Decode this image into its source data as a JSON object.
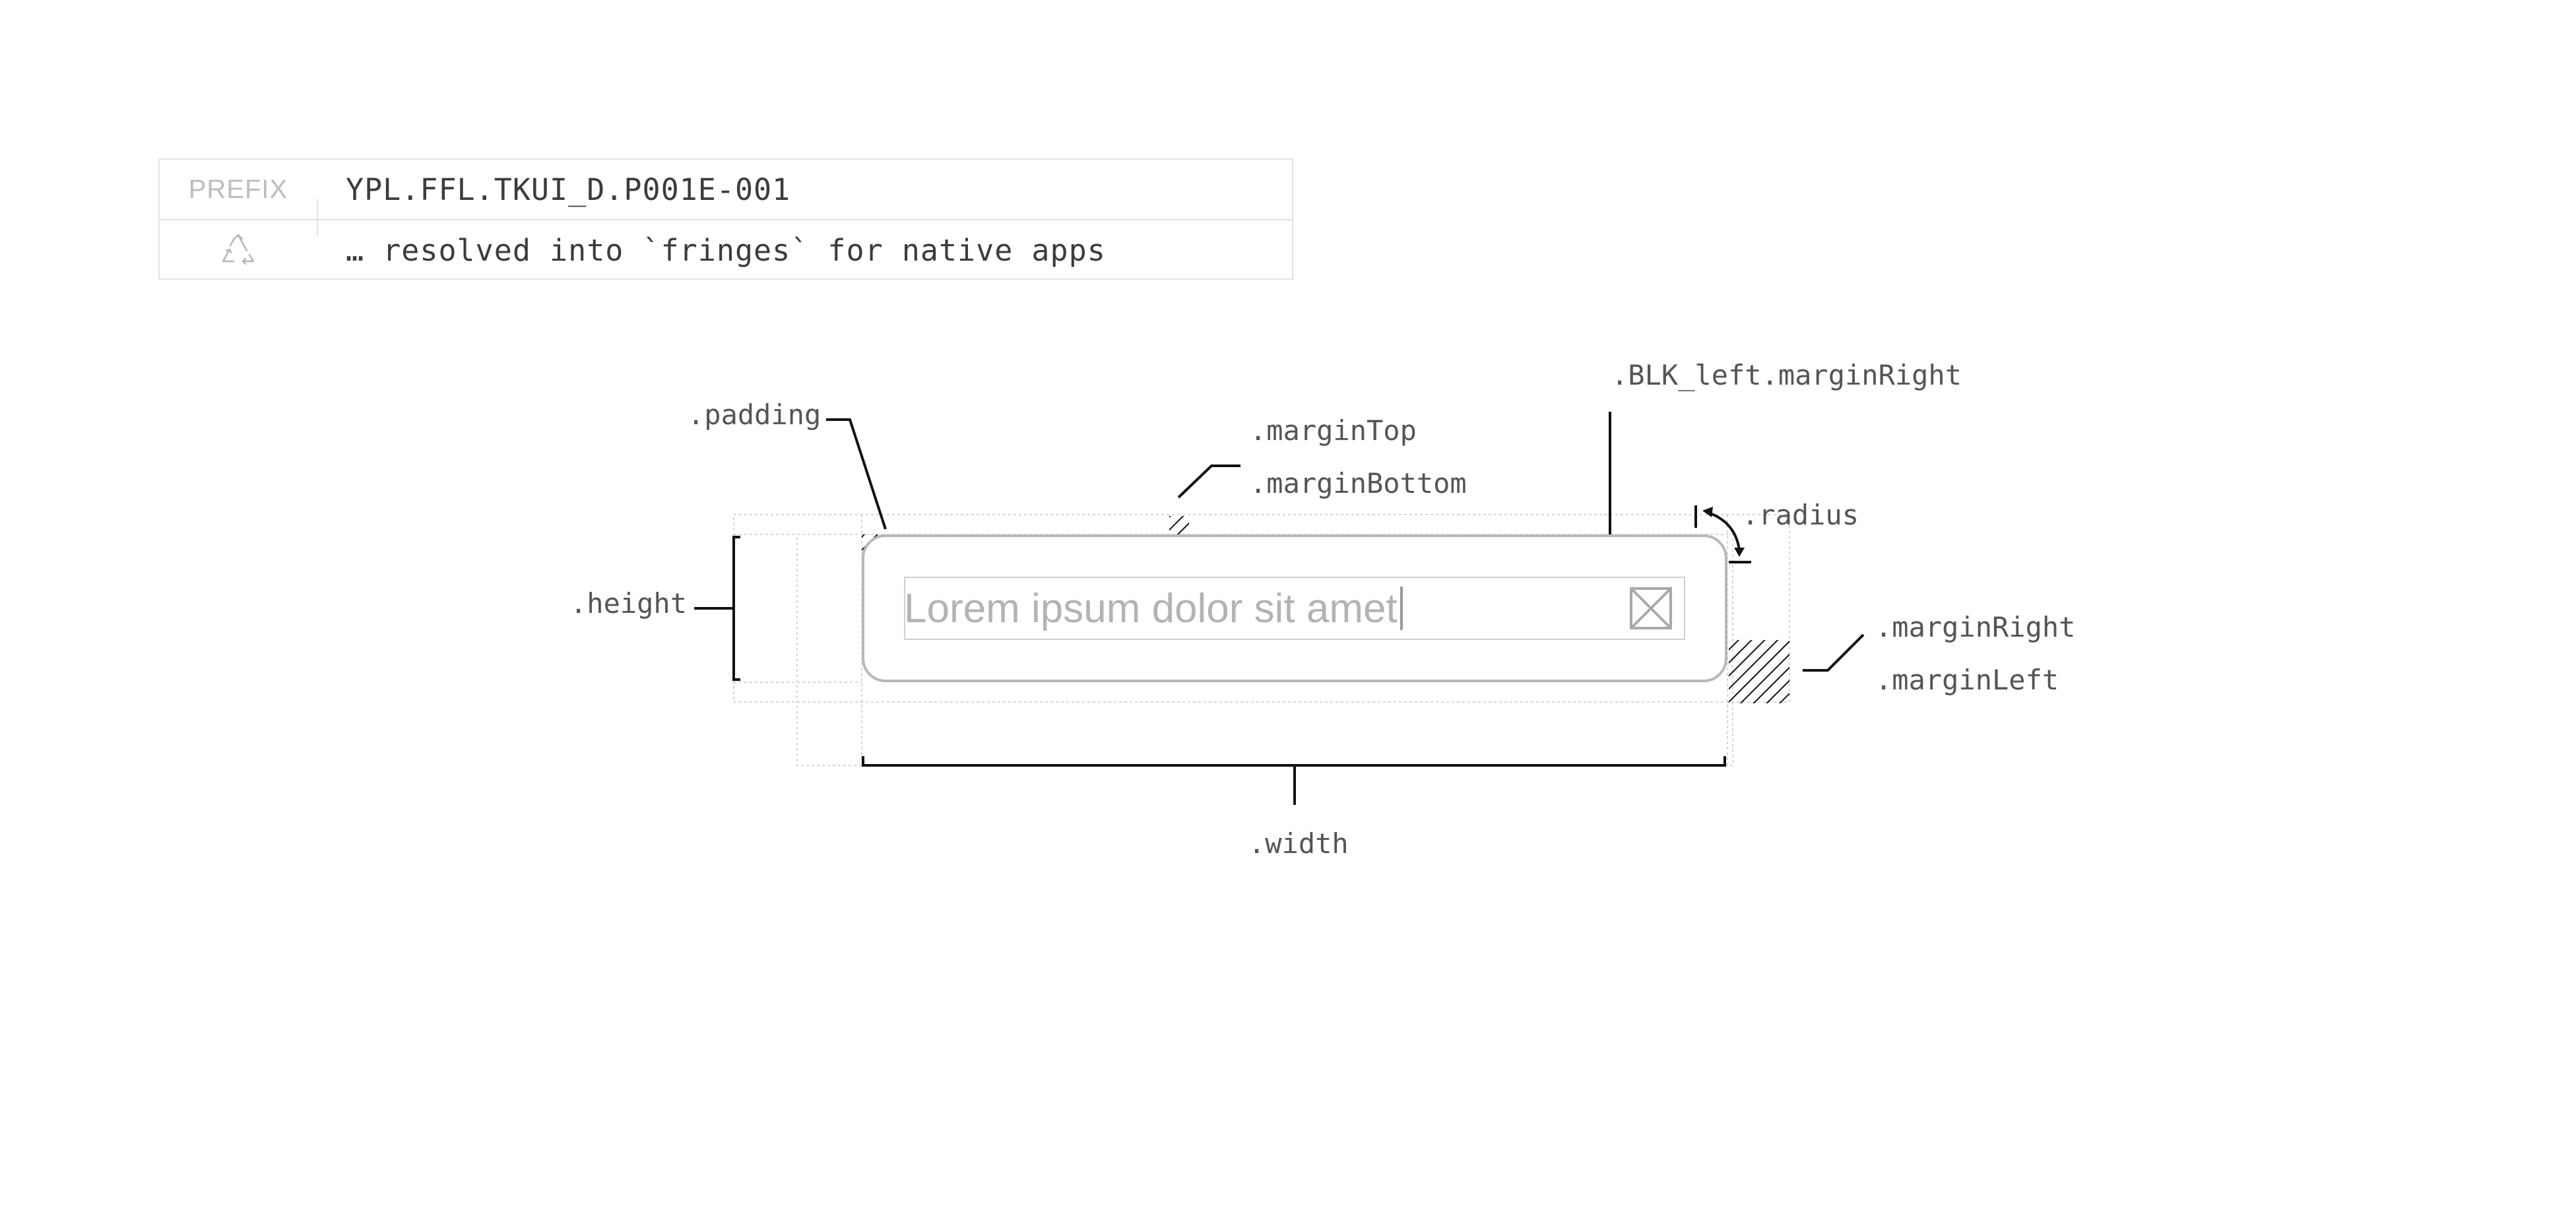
{
  "header_table": {
    "prefix_key": "PREFIX",
    "prefix_value": "YPL.FFL.TKUI_D.P001E-001",
    "note_icon": "recycle-icon",
    "note_value": "… resolved into `fringes` for native apps"
  },
  "input_field": {
    "placeholder": "Lorem ipsum dolor sit amet",
    "clear_icon": "clear-box-icon"
  },
  "annotations": {
    "padding": ".padding",
    "margin_top": ".marginTop",
    "margin_bottom": ".marginBottom",
    "blk_left_margin_right": ".BLK_left.marginRight",
    "radius": ".radius",
    "height": ".height",
    "margin_right": ".marginRight",
    "margin_left": ".marginLeft",
    "width": ".width"
  },
  "colors": {
    "line": "#111111",
    "guide": "#d6d6d6",
    "label": "#555555",
    "field_border": "#b8b8b8",
    "placeholder": "#b3b3b3"
  }
}
